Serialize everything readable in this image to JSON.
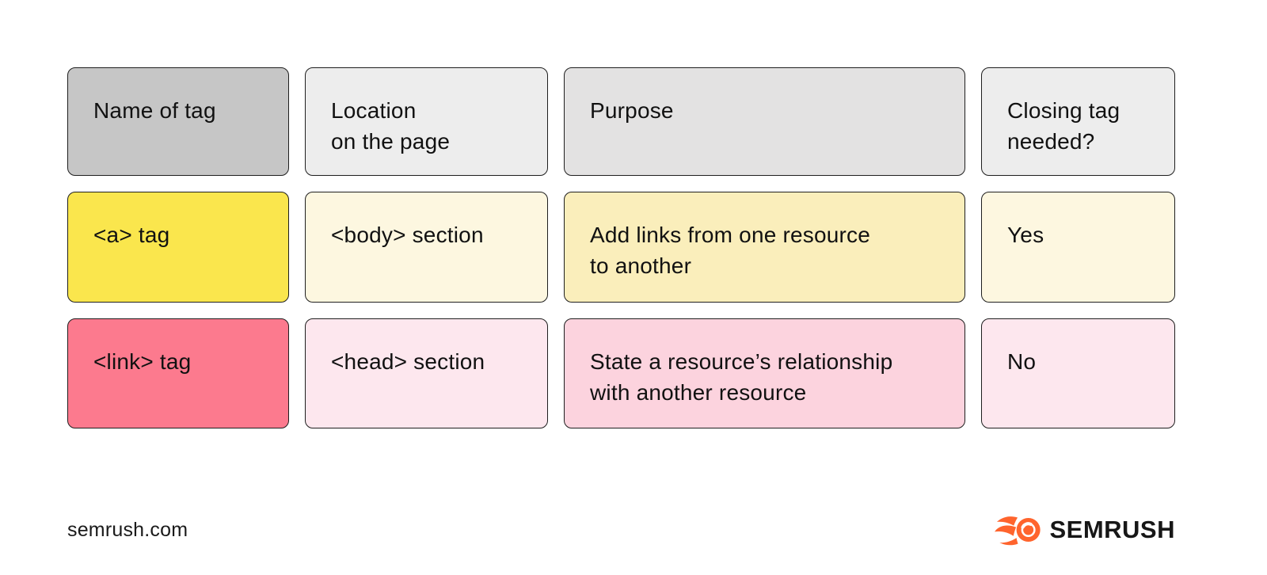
{
  "table": {
    "header": [
      "Name of tag",
      "Location\non the page",
      "Purpose",
      "Closing tag\nneeded?"
    ],
    "rows": [
      [
        "<a> tag",
        "<body> section",
        "Add links from one resource\nto another",
        "Yes"
      ],
      [
        "<link> tag",
        "<head> section",
        "State a resource’s relationship\nwith another resource",
        "No"
      ]
    ]
  },
  "footer": {
    "site": "semrush.com",
    "brand": "SEMRUSH"
  },
  "colors": {
    "header_name_bg": "#c6c6c6",
    "header_light_bg": "#ededed",
    "header_purpose_bg": "#e3e2e2",
    "a_tag_bg": "#fae64d",
    "a_row_light_bg": "#fdf7e0",
    "a_purpose_bg": "#faeebb",
    "link_tag_bg": "#fc7a8e",
    "link_row_light_bg": "#fde7ee",
    "link_purpose_bg": "#fcd3de",
    "cell_border": "#1f1f1f",
    "text": "#111111",
    "brand_orange": "#ff642d"
  }
}
